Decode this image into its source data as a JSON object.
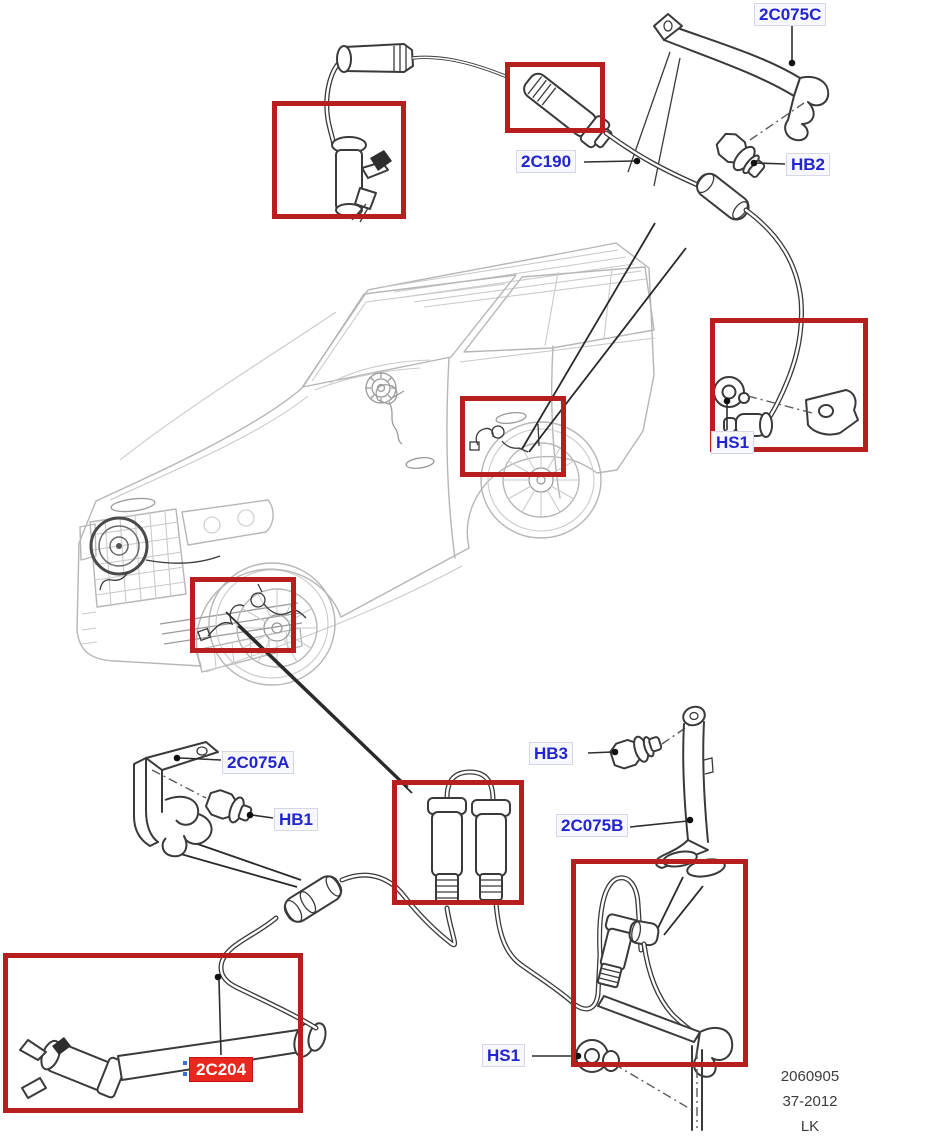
{
  "diagram": {
    "type": "parts-diagram",
    "subject": "ABS wheel speed sensor harness locations",
    "labels": {
      "bracket_rear_upper": {
        "text": "2C075C"
      },
      "rear_sensor_cable": {
        "text": "2C190"
      },
      "bolt_hb2": {
        "text": "HB2"
      },
      "screw_hs1_rear": {
        "text": "HS1"
      },
      "bracket_front_a": {
        "text": "2C075A"
      },
      "bolt_hb1": {
        "text": "HB1"
      },
      "bolt_hb3": {
        "text": "HB3"
      },
      "bracket_front_b": {
        "text": "2C075B"
      },
      "front_sensor_cable": {
        "text": "2C204",
        "highlighted": true
      },
      "screw_hs1_front": {
        "text": "HS1"
      }
    },
    "footer": {
      "part_number": "2060905",
      "issue_code": "37-2012",
      "market_code": "LK"
    },
    "colors": {
      "label_text": "#2324cf",
      "highlight_box": "#b71f1f",
      "selected_label_bg": "#e8281e",
      "selected_label_text": "#ffffff"
    },
    "highlighted_regions": [
      "rear-sensor-head",
      "rear-cable-connector",
      "rear-sensor-mount",
      "rear-wheel-location",
      "front-wheel-location",
      "front-harness-connectors",
      "front-sensor-loop",
      "front-sensor-assembly"
    ]
  }
}
